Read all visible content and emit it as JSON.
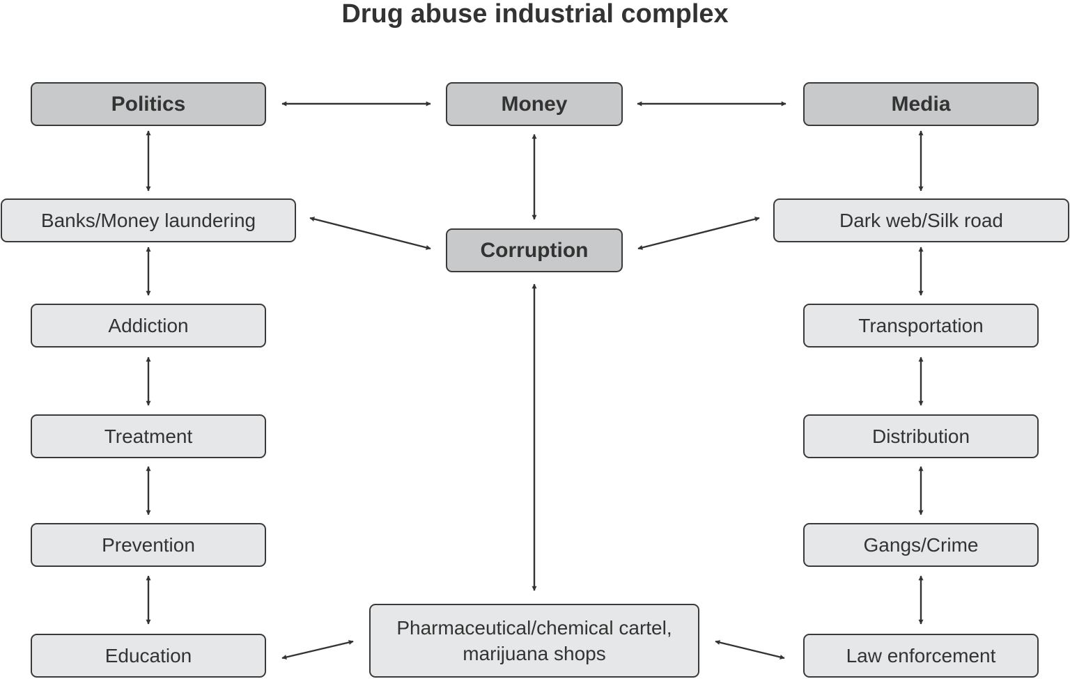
{
  "title": "Drug abuse industrial complex",
  "colors": {
    "primary_box": "#c8c9cb",
    "secondary_box": "#e6e7e8",
    "border": "#3a3a3a",
    "arrow": "#333333",
    "text": "#333333"
  },
  "nodes": {
    "politics": "Politics",
    "money": "Money",
    "media": "Media",
    "banks": "Banks/Money laundering",
    "corruption": "Corruption",
    "darkweb": "Dark web/Silk road",
    "addiction": "Addiction",
    "transportation": "Transportation",
    "treatment": "Treatment",
    "distribution": "Distribution",
    "prevention": "Prevention",
    "gangs": "Gangs/Crime",
    "education": "Education",
    "pharma": "Pharmaceutical/chemical cartel,\nmarijuana shops",
    "law": "Law enforcement"
  },
  "connections": [
    [
      "politics",
      "money"
    ],
    [
      "money",
      "media"
    ],
    [
      "politics",
      "banks"
    ],
    [
      "media",
      "darkweb"
    ],
    [
      "money",
      "corruption"
    ],
    [
      "banks",
      "corruption"
    ],
    [
      "darkweb",
      "corruption"
    ],
    [
      "banks",
      "addiction"
    ],
    [
      "addiction",
      "treatment"
    ],
    [
      "treatment",
      "prevention"
    ],
    [
      "prevention",
      "education"
    ],
    [
      "darkweb",
      "transportation"
    ],
    [
      "transportation",
      "distribution"
    ],
    [
      "distribution",
      "gangs"
    ],
    [
      "gangs",
      "law"
    ],
    [
      "corruption",
      "pharma"
    ],
    [
      "education",
      "pharma"
    ],
    [
      "pharma",
      "law"
    ]
  ]
}
